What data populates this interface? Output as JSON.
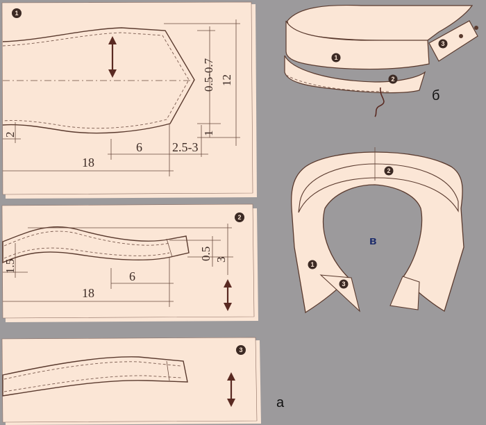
{
  "panel_a": {
    "part1": {
      "badge": "1",
      "dims": {
        "d1": "0.5-0.7",
        "d2": "12",
        "d3": "1",
        "d4": "2.5-3",
        "d5": "6",
        "d6": "18",
        "d7": "2"
      }
    },
    "part2": {
      "badge": "2",
      "dims": {
        "d1": "0.5",
        "d2": "3",
        "d3": "1.5",
        "d4": "6",
        "d5": "18"
      }
    },
    "part3": {
      "badge": "3"
    },
    "letter": "а"
  },
  "panel_b": {
    "letter": "б",
    "badges": {
      "b1": "1",
      "b2": "2",
      "b3": "3"
    }
  },
  "panel_v": {
    "letter": "в",
    "badges": {
      "b1": "1",
      "b2": "2",
      "b3": "3"
    }
  },
  "colors": {
    "background": "#9c9a9c",
    "paper": "#fbe6d6",
    "ink": "#5a3a2e",
    "letter_v": "#1a2a6a"
  }
}
